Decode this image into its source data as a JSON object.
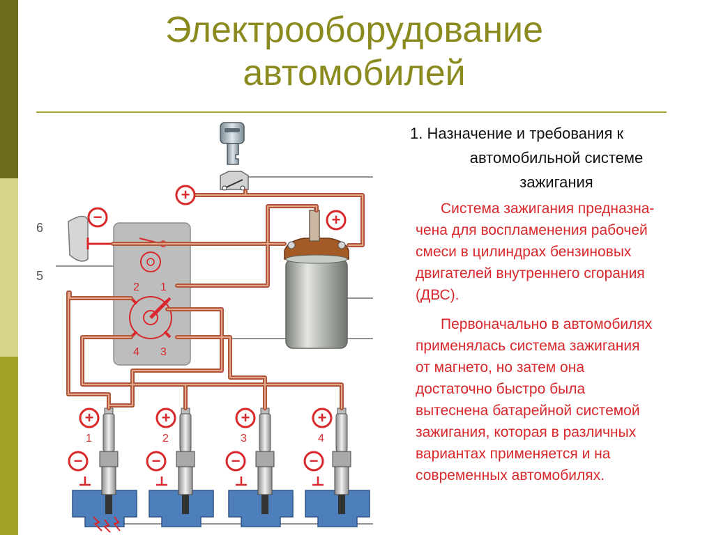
{
  "slide": {
    "title": [
      "Электрооборудование",
      "автомобилей"
    ],
    "heading": [
      "1. Назначение и требования к",
      "автомобильной системе",
      "зажигания"
    ],
    "paragraph1": [
      "Система зажигания предназна-",
      "чена для воспламенения рабочей",
      "смеси в цилиндрах бензиновых",
      "двигателей внутреннего сгорания",
      "(ДВС)."
    ],
    "paragraph2": [
      "Первоначально в автомобилях",
      "применялась система зажигания",
      "от магнето, но затем она",
      "достаточно быстро была",
      "вытеснена батарейной системой",
      "зажигания, которая в различных",
      "вариантах применяется и на",
      "современных автомобилях."
    ]
  },
  "diagram": {
    "side_labels": [
      "6",
      "5"
    ],
    "distributor_terminals": [
      "2",
      "1",
      "4",
      "3"
    ],
    "plug_numbers": [
      "1",
      "2",
      "3",
      "4"
    ],
    "plus_symbol": "+",
    "minus_symbol": "−",
    "colors": {
      "wire": "#b0563a",
      "plus": "#d8282b",
      "block": "#bdbdbd",
      "coil": "#9ea29a",
      "cylinder": "#4e7fbd"
    }
  }
}
